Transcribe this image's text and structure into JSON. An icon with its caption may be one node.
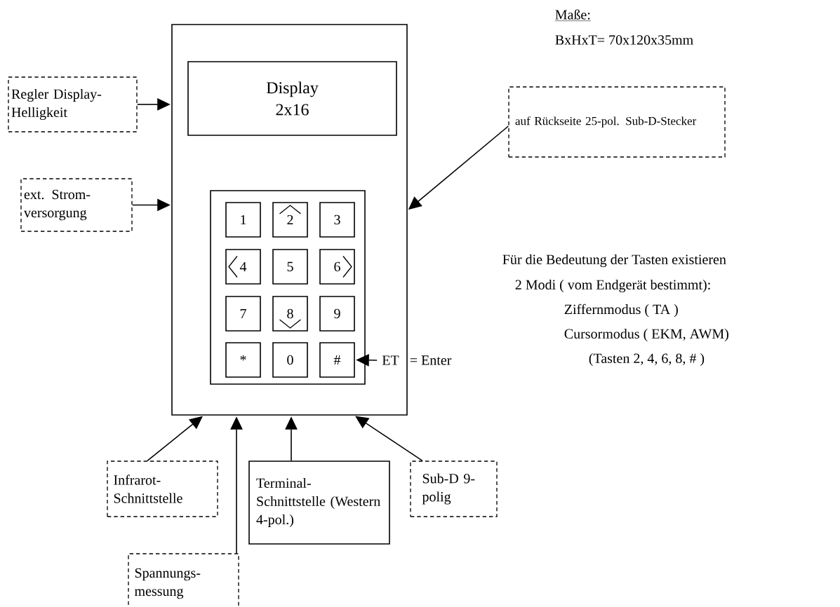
{
  "diagram": {
    "nodes": [
      {
        "text": [],
        "shape": "box"
      },
      {
        "text": [
          "Display 2x16"
        ],
        "in": 0
      },
      {
        "text": [],
        "shape": "box",
        "in": 0
      },
      {
        "text": [
          "1"
        ],
        "in": 2
      },
      {
        "text": [
          "2"
        ],
        "in": 2
      },
      {
        "text": [
          "3"
        ],
        "in": 2
      },
      {
        "text": [
          "4"
        ],
        "in": 2
      },
      {
        "text": [
          "5"
        ],
        "in": 2
      },
      {
        "text": [
          "6"
        ],
        "in": 2
      },
      {
        "text": [
          "7"
        ],
        "in": 2
      },
      {
        "text": [
          "8"
        ],
        "in": 2
      },
      {
        "text": [
          "9"
        ],
        "in": 2
      },
      {
        "text": [
          "*"
        ],
        "in": 2
      },
      {
        "text": [
          "0"
        ],
        "in": 2
      },
      {
        "text": [
          "#"
        ],
        "in": 2
      },
      {
        "text": [
          "Regler Display- Helligkeit"
        ]
      },
      {
        "text": [
          "ext. Strom- versorgung"
        ]
      },
      {
        "text": [
          "auf Rückseite 25-pol. Sub-D-Stecker"
        ]
      },
      {
        "text": [
          "Infrarot- Schnittstelle"
        ]
      },
      {
        "text": [
          "Spannungs- messung"
        ]
      },
      {
        "text": [
          "Terminal- Schnittstelle (Western 4-pol.)"
        ]
      },
      {
        "text": [
          "Sub-D 9-polig"
        ]
      },
      {
        "text": [
          "ET"
        ],
        "in": 0
      }
    ],
    "edges": [
      {
        "from": 15,
        "to": 0,
        "arrow": "to"
      },
      {
        "from": 16,
        "to": 0,
        "arrow": "to"
      },
      {
        "from": 17,
        "to": 0,
        "arrow": "to"
      },
      {
        "from": 18,
        "to": 0,
        "arrow": "to"
      },
      {
        "from": 19,
        "to": 0,
        "arrow": "to"
      },
      {
        "from": 20,
        "to": 0,
        "arrow": "to"
      },
      {
        "from": 21,
        "to": 0,
        "arrow": "to"
      },
      {
        "from": 22,
        "to": 14,
        "arrow": "to"
      }
    ],
    "labels": [
      "Maße:",
      "BxHxT= 70x120x35mm",
      "= Enter",
      "Für die Bedeutung der Tasten existieren",
      "2 Modi ( vom Endgerät bestimmt):",
      "Ziffernmodus ( TA )",
      "Cursormodus ( EKM, AWM)",
      "(Tasten 2, 4, 6, 8, # )"
    ]
  }
}
